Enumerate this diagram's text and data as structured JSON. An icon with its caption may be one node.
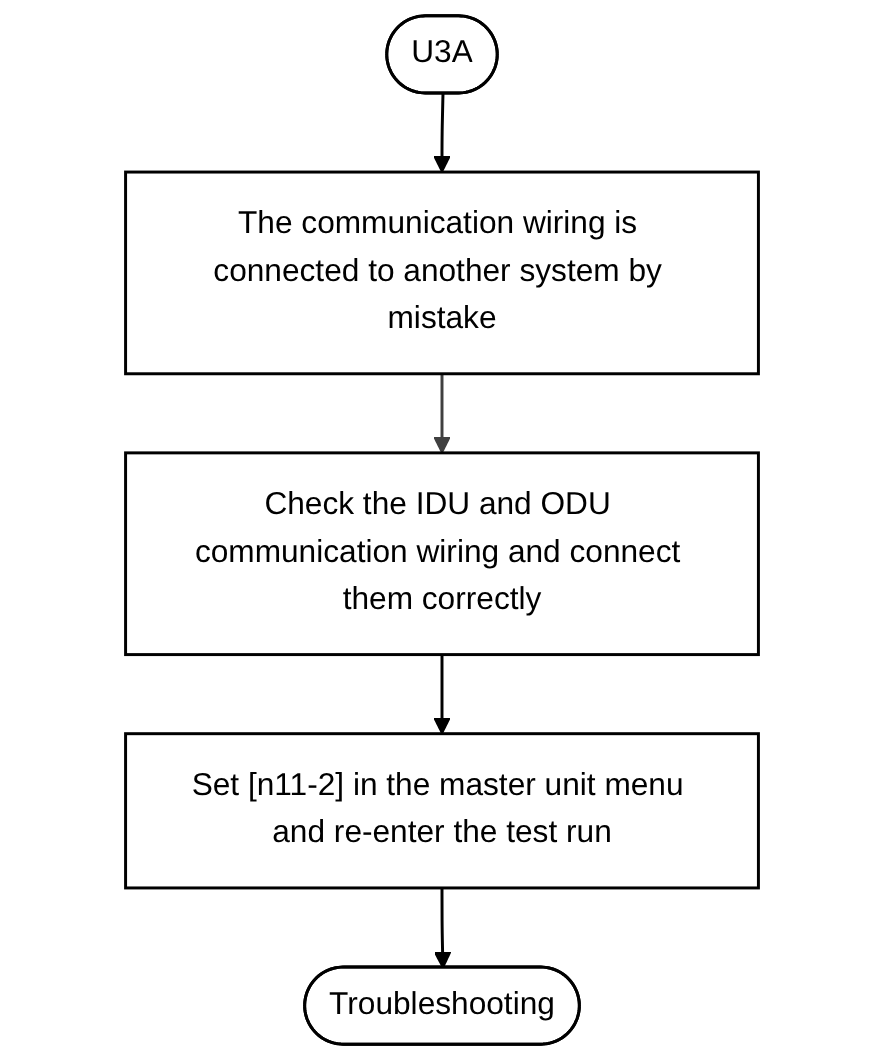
{
  "diagram": {
    "nodes": [
      {
        "text": [
          "U3A"
        ]
      },
      {
        "text": [
          "The communication wiring is connected to another system by mistake"
        ]
      },
      {
        "text": [
          "Check the IDU and ODU communication wiring and connect them correctly"
        ]
      },
      {
        "text": [
          "Set [n11-2] in the master unit menu and re-enter the test run"
        ]
      },
      {
        "text": [
          "Troubleshooting"
        ]
      }
    ],
    "edges": [
      {
        "from": 0,
        "to": 1,
        "arrow": "to"
      },
      {
        "from": 1,
        "to": 2,
        "arrow": "to",
        "color": "#404040"
      },
      {
        "from": 2,
        "to": 3,
        "arrow": "to"
      },
      {
        "from": 3,
        "to": 4,
        "arrow": "to"
      }
    ]
  }
}
